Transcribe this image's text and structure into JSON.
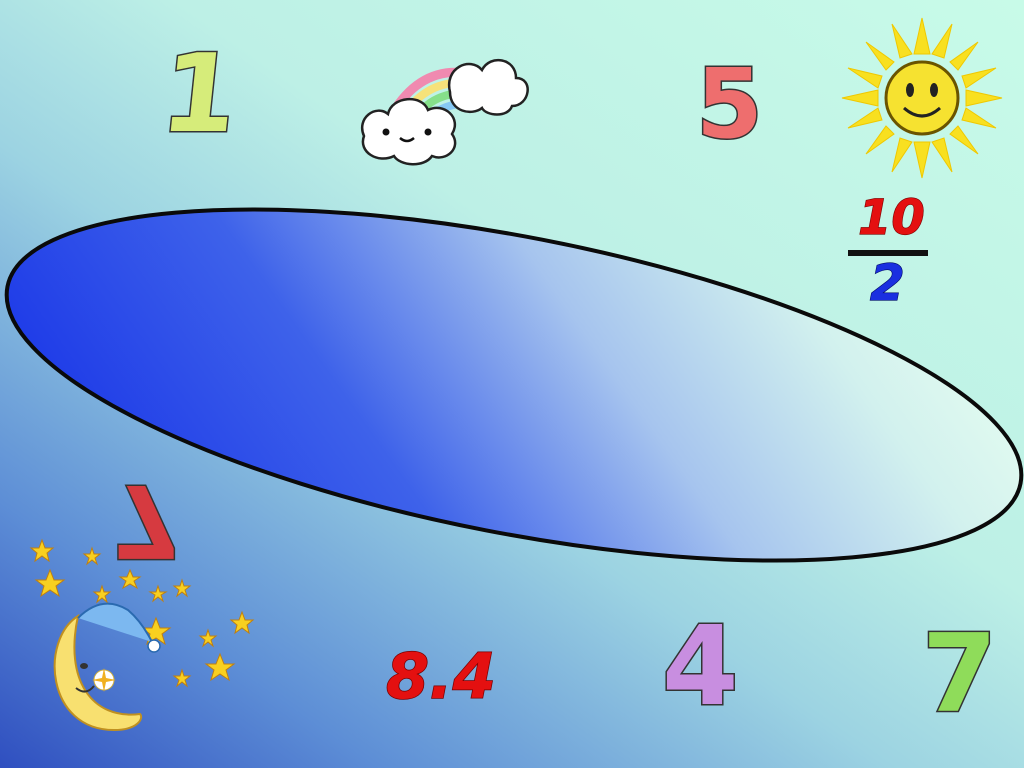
{
  "numbers": {
    "one": "1",
    "five": "5",
    "four": "4",
    "seven": "7",
    "seven_rotated": "7",
    "decimal": "8.4"
  },
  "fraction": {
    "numerator": "10",
    "denominator": "2"
  },
  "icons": [
    "rainbow-cloud-icon",
    "sun-icon",
    "moon-stars-icon"
  ],
  "colors": {
    "ellipse_fill_dark": "#2342e6",
    "ellipse_fill_light": "#d8f4ee",
    "decimal_red": "#e41010",
    "denominator_blue": "#1a2fe0"
  }
}
